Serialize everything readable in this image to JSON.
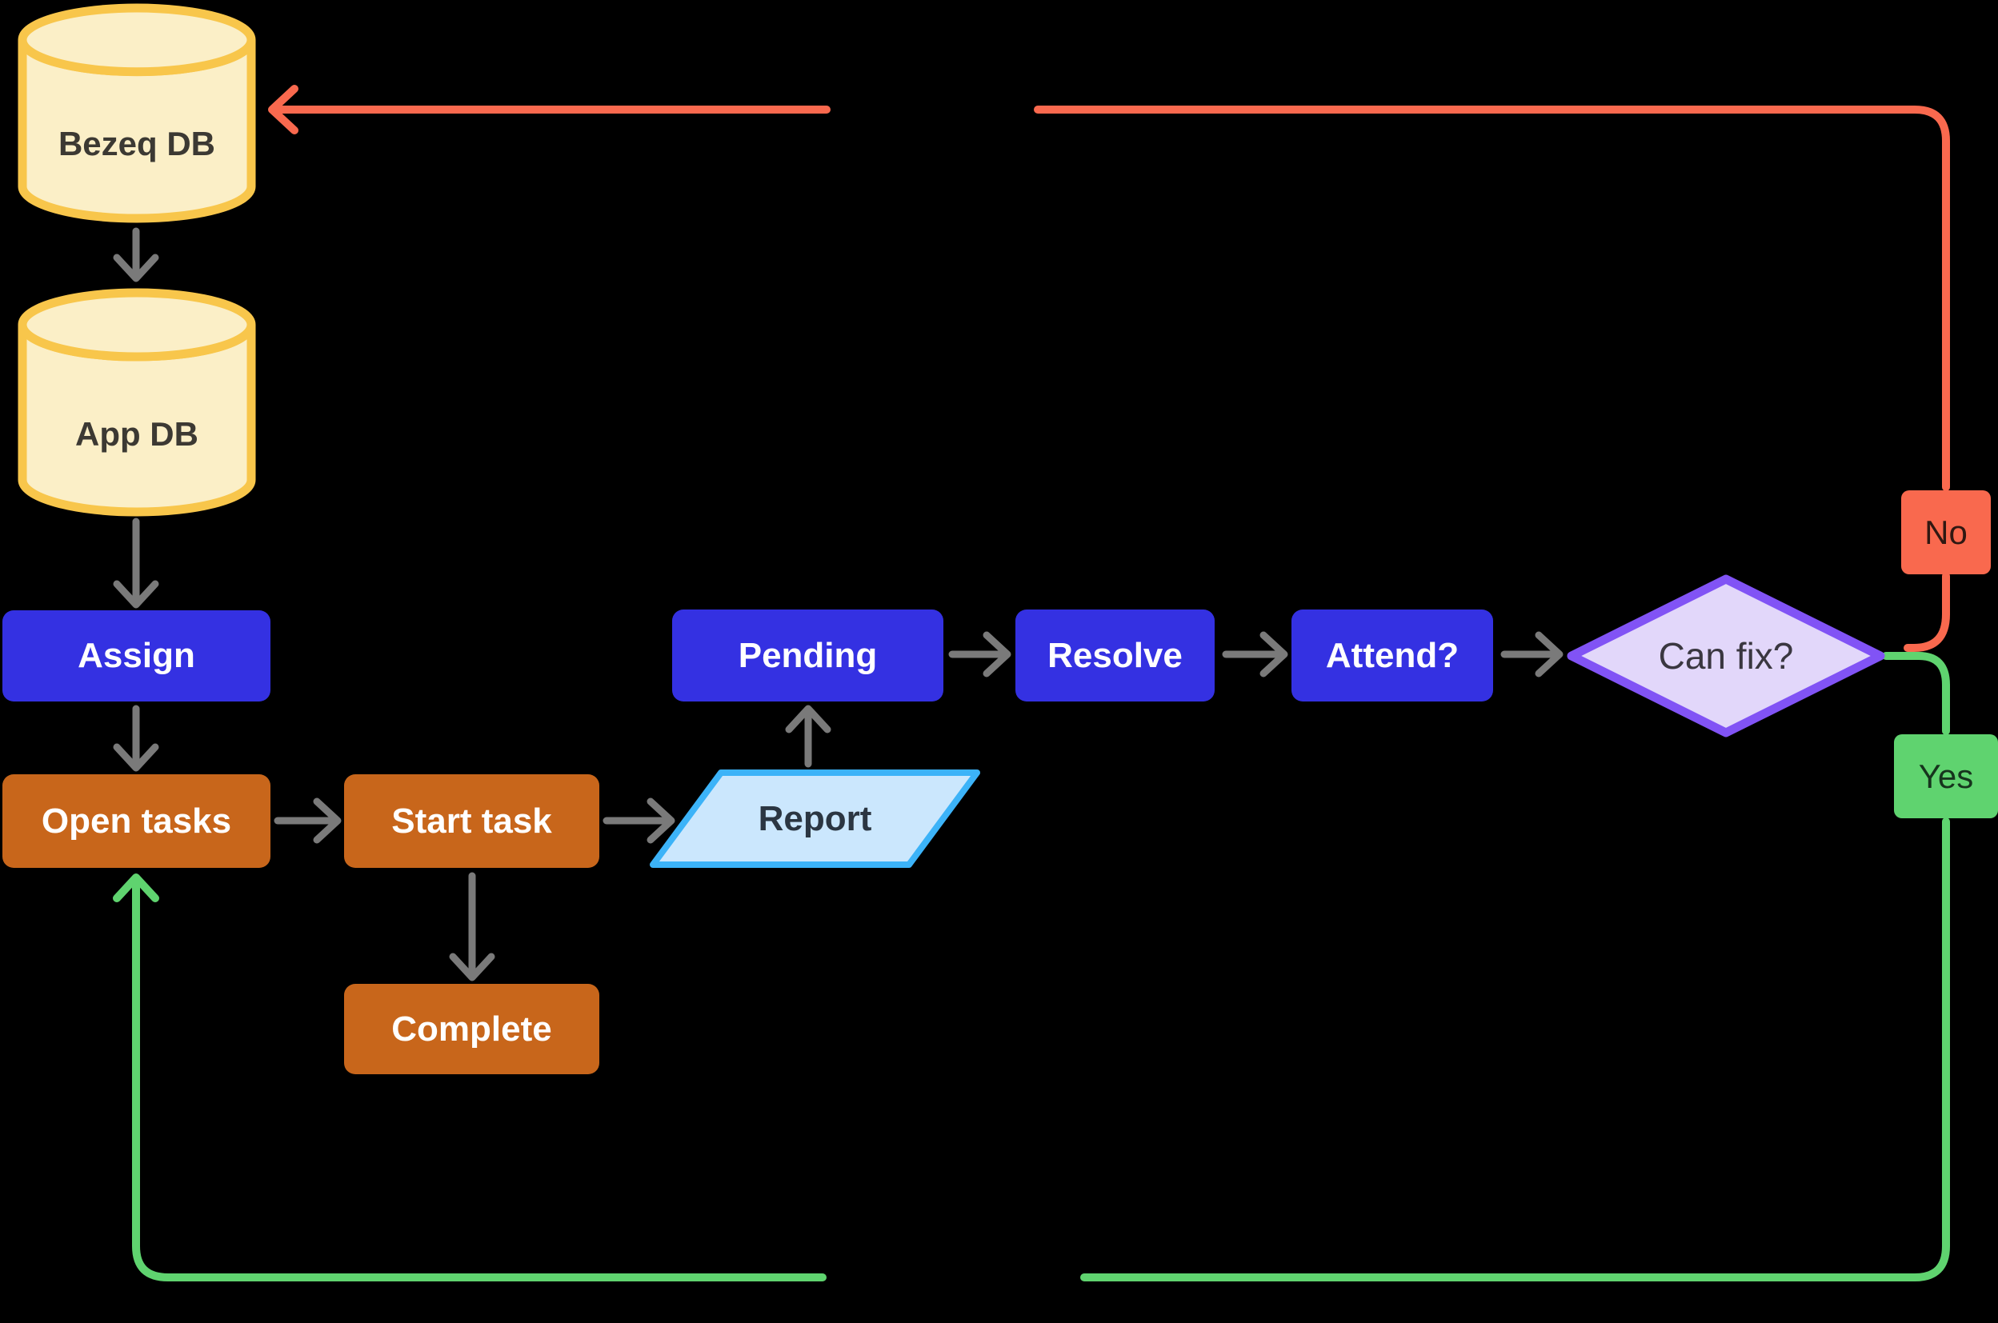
{
  "palette": {
    "bg": "#000000",
    "db-fill": "#FBEFC7",
    "db-stroke": "#F8C64B",
    "process-blue": "#3431E2",
    "process-orange": "#C8661B",
    "report-fill": "#CBE7FD",
    "report-stroke": "#3CB3F8",
    "decision-fill": "#E2D7FA",
    "decision-stroke": "#8153F5",
    "no-red": "#F9694E",
    "yes-green": "#5FD36F",
    "arrow-gray": "#7A7A7A",
    "db-text": "#3C3933",
    "white-text": "#FFFFFF",
    "report-text": "#2B3642",
    "decision-text": "#3A3740",
    "no-text": "#301812",
    "yes-text": "#16341D"
  },
  "nodes": {
    "bezeq_db": {
      "label": "Bezeq DB",
      "type": "database"
    },
    "app_db": {
      "label": "App DB",
      "type": "database"
    },
    "assign": {
      "label": "Assign",
      "type": "process"
    },
    "open_tasks": {
      "label": "Open tasks",
      "type": "process"
    },
    "start_task": {
      "label": "Start task",
      "type": "process"
    },
    "complete": {
      "label": "Complete",
      "type": "process"
    },
    "report": {
      "label": "Report",
      "type": "input-output"
    },
    "pending": {
      "label": "Pending",
      "type": "process"
    },
    "resolve": {
      "label": "Resolve",
      "type": "process"
    },
    "attend": {
      "label": "Attend?",
      "type": "process"
    },
    "can_fix": {
      "label": "Can fix?",
      "type": "decision"
    },
    "no_branch": {
      "label": "No",
      "type": "branch-label"
    },
    "yes_branch": {
      "label": "Yes",
      "type": "branch-label"
    }
  },
  "edges": [
    {
      "from": "bezeq_db",
      "to": "app_db",
      "color": "gray"
    },
    {
      "from": "app_db",
      "to": "assign",
      "color": "gray"
    },
    {
      "from": "assign",
      "to": "open_tasks",
      "color": "gray"
    },
    {
      "from": "open_tasks",
      "to": "start_task",
      "color": "gray"
    },
    {
      "from": "start_task",
      "to": "report",
      "color": "gray"
    },
    {
      "from": "start_task",
      "to": "complete",
      "color": "gray"
    },
    {
      "from": "report",
      "to": "pending",
      "color": "gray"
    },
    {
      "from": "pending",
      "to": "resolve",
      "color": "gray"
    },
    {
      "from": "resolve",
      "to": "attend",
      "color": "gray"
    },
    {
      "from": "attend",
      "to": "can_fix",
      "color": "gray"
    },
    {
      "from": "can_fix",
      "to": "bezeq_db",
      "via": "no_branch",
      "color": "red"
    },
    {
      "from": "can_fix",
      "to": "open_tasks",
      "via": "yes_branch",
      "color": "green"
    }
  ]
}
